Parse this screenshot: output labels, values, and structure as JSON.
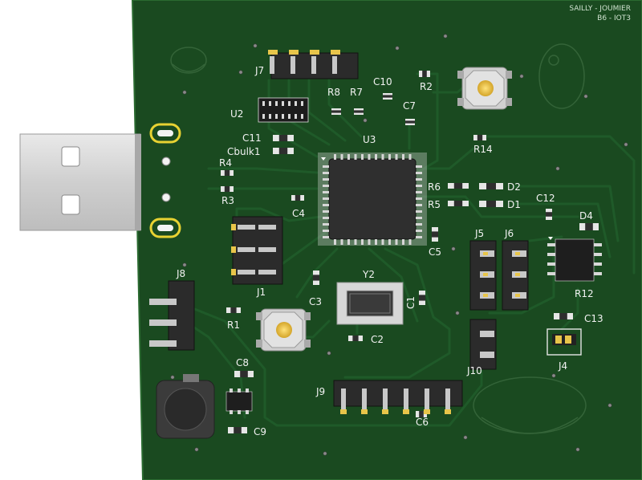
{
  "board": {
    "credit_line1": "SAILLY - JOUMIER",
    "credit_line2": "B6 - IOT3"
  },
  "refdes": {
    "J7": "J7",
    "J1": "J1",
    "J8": "J8",
    "J9": "J9",
    "J5": "J5",
    "J6": "J6",
    "J10": "J10",
    "J4": "J4",
    "U2": "U2",
    "U3": "U3",
    "Y2": "Y2",
    "R1": "R1",
    "R2": "R2",
    "R3": "R3",
    "R4": "R4",
    "R5": "R5",
    "R6": "R6",
    "R7": "R7",
    "R8": "R8",
    "R12": "R12",
    "R14": "R14",
    "C1": "C1",
    "C2": "C2",
    "C3": "C3",
    "C4": "C4",
    "C5": "C5",
    "C6": "C6",
    "C7": "C7",
    "C8": "C8",
    "C9": "C9",
    "C10": "C10",
    "C11": "C11",
    "C12": "C12",
    "C13": "C13",
    "Cbulk1": "Cbulk1",
    "D1": "D1",
    "D2": "D2",
    "D4": "D4"
  },
  "colors": {
    "pcb_green": "#1a4a20",
    "pcb_edge": "#2a6a30",
    "silkscreen": "#f2f2f2",
    "copper_pad": "#d8d8d8",
    "gold_pad": "#e8c54a",
    "connector_metal": "#cfcfcf"
  }
}
